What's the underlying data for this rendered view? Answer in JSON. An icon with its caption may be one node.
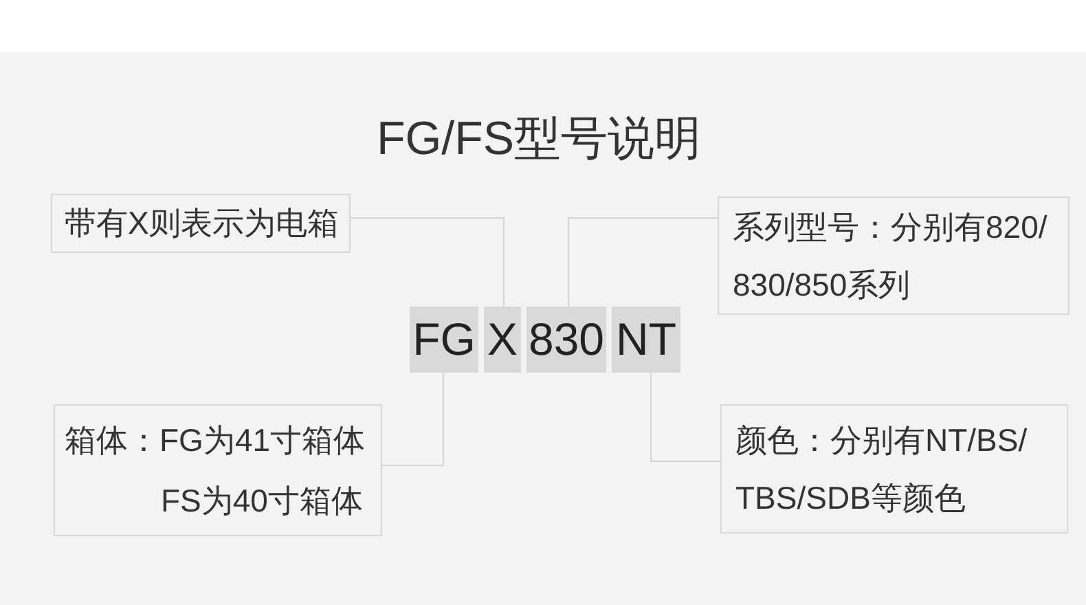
{
  "diagram": {
    "title": "FG/FS型号说明",
    "nodes": [
      {
        "text": [
          "带有X则表示为电箱"
        ]
      },
      {
        "text": [
          "系列型号：分别有820/830/850系列"
        ]
      },
      {
        "text": [
          "FG"
        ]
      },
      {
        "text": [
          "X"
        ]
      },
      {
        "text": [
          "830"
        ]
      },
      {
        "text": [
          "NT"
        ]
      },
      {
        "text": [
          "箱体：FG为41寸箱体",
          "FS为40寸箱体"
        ]
      },
      {
        "text": [
          "颜色：分别有NT/BS/TBS/SDB等颜色"
        ]
      }
    ],
    "edges": [
      {
        "from": 0,
        "to": 3,
        "arrow": "none"
      },
      {
        "from": 1,
        "to": 4,
        "arrow": "none"
      },
      {
        "from": 6,
        "to": 2,
        "arrow": "none"
      },
      {
        "from": 7,
        "to": 5,
        "arrow": "none"
      }
    ]
  }
}
